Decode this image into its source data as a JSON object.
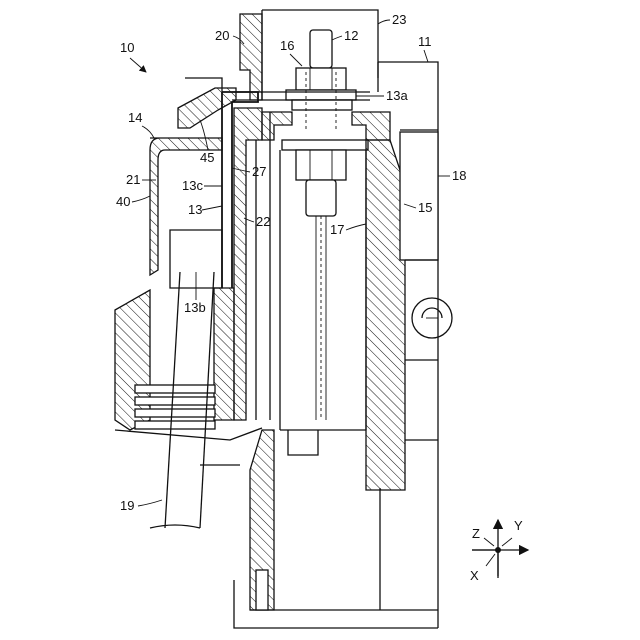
{
  "labels": {
    "l10": "10",
    "l20": "20",
    "l16": "16",
    "l12": "12",
    "l23": "23",
    "l11": "11",
    "l13a": "13a",
    "l14": "14",
    "l45": "45",
    "l21": "21",
    "l13c": "13c",
    "l27": "27",
    "l18": "18",
    "l40": "40",
    "l13": "13",
    "l22": "22",
    "l15": "15",
    "l17": "17",
    "l13b": "13b",
    "l19": "19"
  },
  "axes": {
    "z": "Z",
    "y": "Y",
    "x": "X"
  }
}
